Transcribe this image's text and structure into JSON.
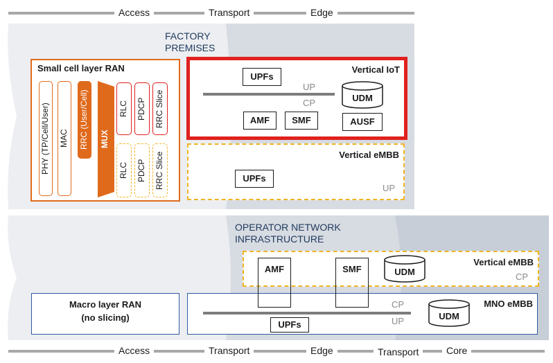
{
  "scale_top": {
    "access": "Access",
    "transport": "Transport",
    "edge": "Edge"
  },
  "scale_bottom": {
    "access": "Access",
    "transport1": "Transport",
    "edge": "Edge",
    "transport2": "Transport",
    "core": "Core"
  },
  "factory": {
    "heading1": "FACTORY",
    "heading2": "PREMISES",
    "small_cell": {
      "title": "Small cell layer RAN",
      "phy": "PHY (TP/Cell/User)",
      "mac": "MAC",
      "rrc": "RRC (User/Cell)",
      "mux": "MUX",
      "slice1": {
        "rlc": "RLC",
        "pdcp": "PDCP",
        "rrc_slice": "RRC Slice"
      },
      "slice2": {
        "rlc": "RLC",
        "pdcp": "PDCP",
        "rrc_slice": "RRC Slice"
      }
    },
    "iot": {
      "title": "Vertical IoT",
      "upfs": "UPFs",
      "up": "UP",
      "cp": "CP",
      "udm": "UDM",
      "amf": "AMF",
      "smf": "SMF",
      "ausf": "AUSF"
    },
    "embb": {
      "title": "Vertical eMBB",
      "upfs": "UPFs",
      "up": "UP"
    }
  },
  "operator": {
    "heading1": "OPERATOR NETWORK",
    "heading2": "INFRASTRUCTURE",
    "macro": {
      "line1": "Macro layer RAN",
      "line2": "(no slicing)"
    },
    "amf": "AMF",
    "smf": "SMF",
    "vembb": {
      "title": "Vertical eMBB",
      "udm": "UDM",
      "cp": "CP"
    },
    "mno": {
      "title": "MNO eMBB",
      "udm": "UDM",
      "cp": "CP",
      "up": "UP",
      "upfs": "UPFs"
    }
  },
  "colors": {
    "orange": "#e06a1c",
    "red": "#e0211e",
    "dash": "#f0b424",
    "blue": "#2c5aa0",
    "panel_light": "#eceef1",
    "panel_dark": "#d7dbe2",
    "panel_darker": "#c7ced8"
  }
}
